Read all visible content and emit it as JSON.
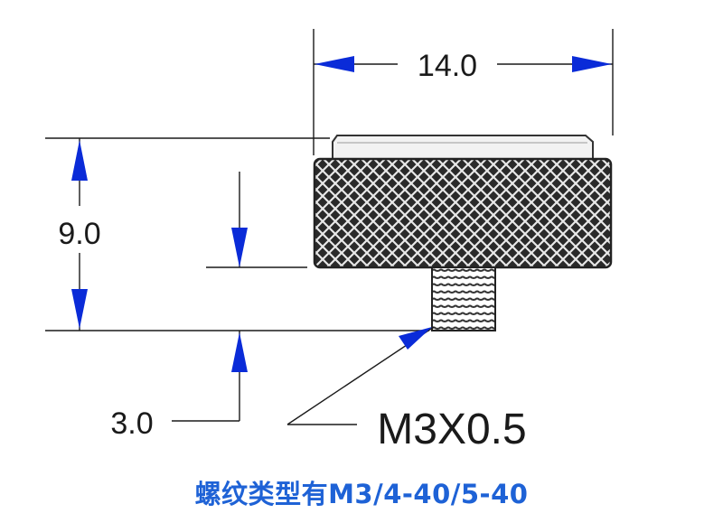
{
  "dimensions": {
    "width": "14.0",
    "height": "9.0",
    "thread_length": "3.0",
    "thread_spec": "M3X0.5"
  },
  "caption": "螺纹类型有M3/4-40/5-40",
  "colors": {
    "arrow": "#0a2bd8",
    "line": "#1a1a1a",
    "caption": "#1e62d6"
  }
}
